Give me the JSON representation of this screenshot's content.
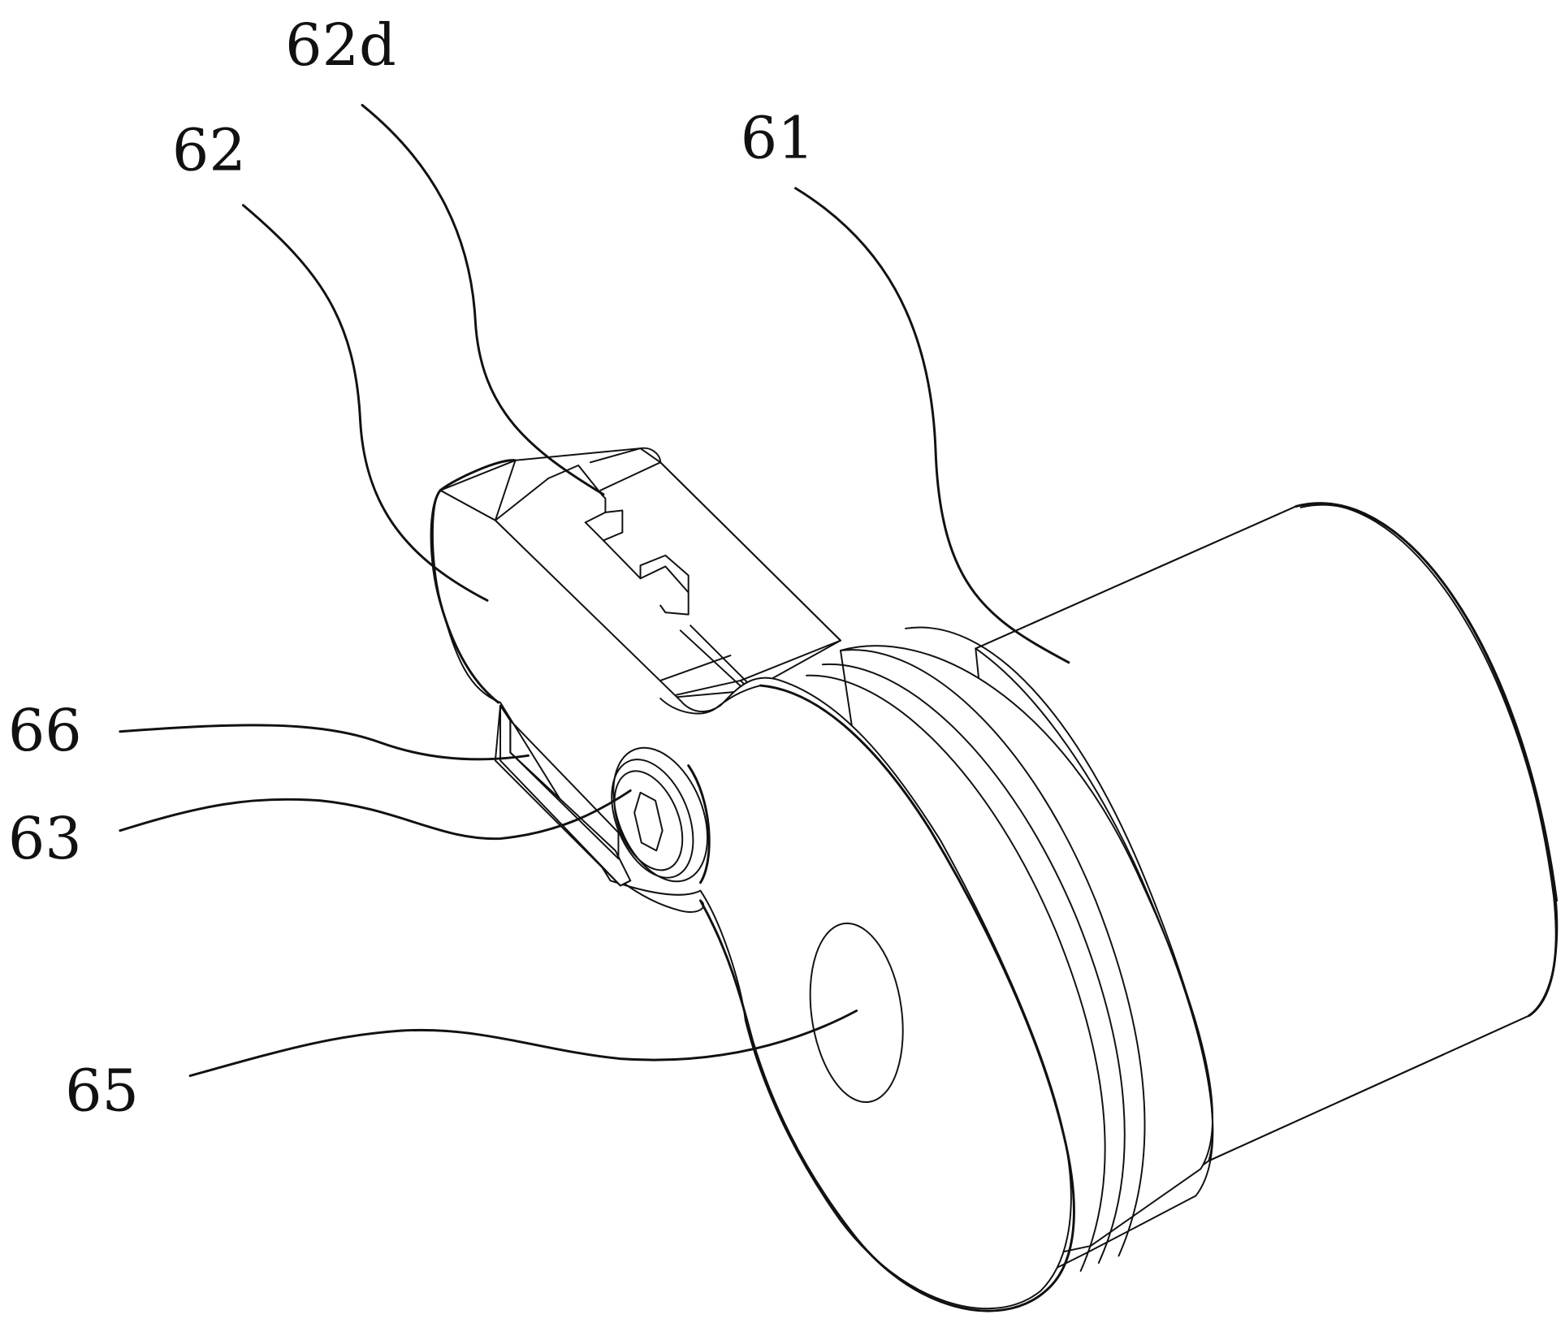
{
  "figure": {
    "callouts": {
      "label_61": "61",
      "label_62": "62",
      "label_62d": "62d",
      "label_63": "63",
      "label_65": "65",
      "label_66": "66"
    }
  }
}
